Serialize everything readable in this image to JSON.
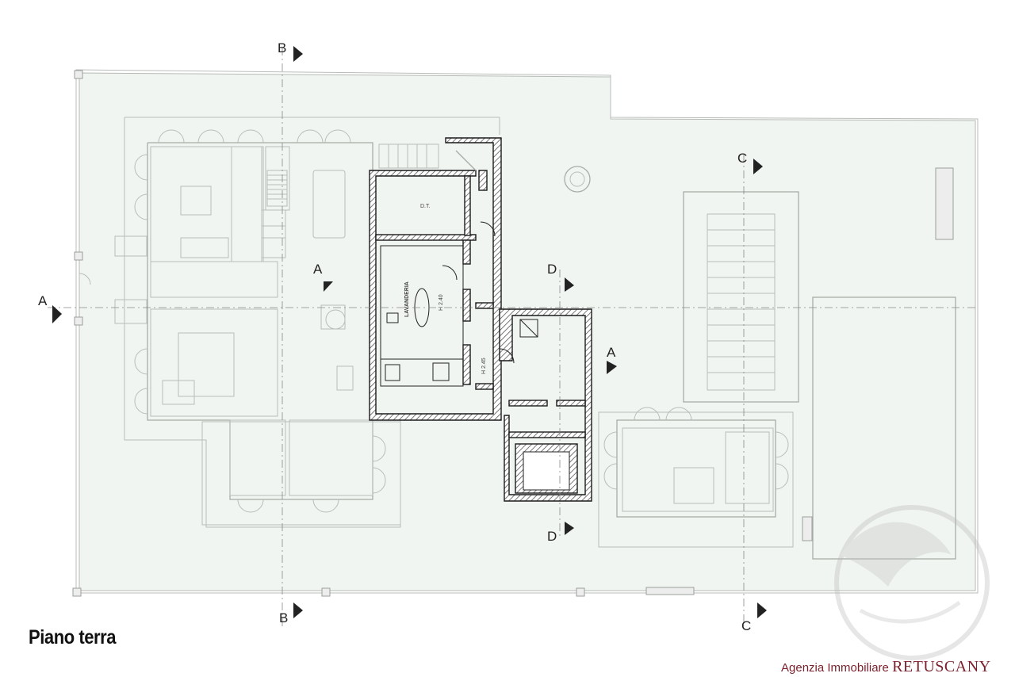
{
  "plan": {
    "title": "Piano terra",
    "section_marks": {
      "a_left": "A",
      "a_mid": "A",
      "a_right": "A",
      "b_top": "B",
      "b_bottom": "B",
      "c_top": "C",
      "c_bottom": "C",
      "d_top": "D",
      "d_bottom": "D"
    },
    "room_labels": {
      "dt": "D.T.",
      "lavanderia": "LAVANDERIA",
      "h_value": "H 2.40",
      "h_value_2": "H 2.45"
    },
    "colors": {
      "garden": "#f1f5f1",
      "walls_existing": "#1a1a1a",
      "walls_background": "#a0a6a0",
      "watermark": "#7a1f2b"
    }
  },
  "watermark": {
    "prefix": "Agenzia Immobiliare",
    "brand": "RETUSCANY"
  }
}
